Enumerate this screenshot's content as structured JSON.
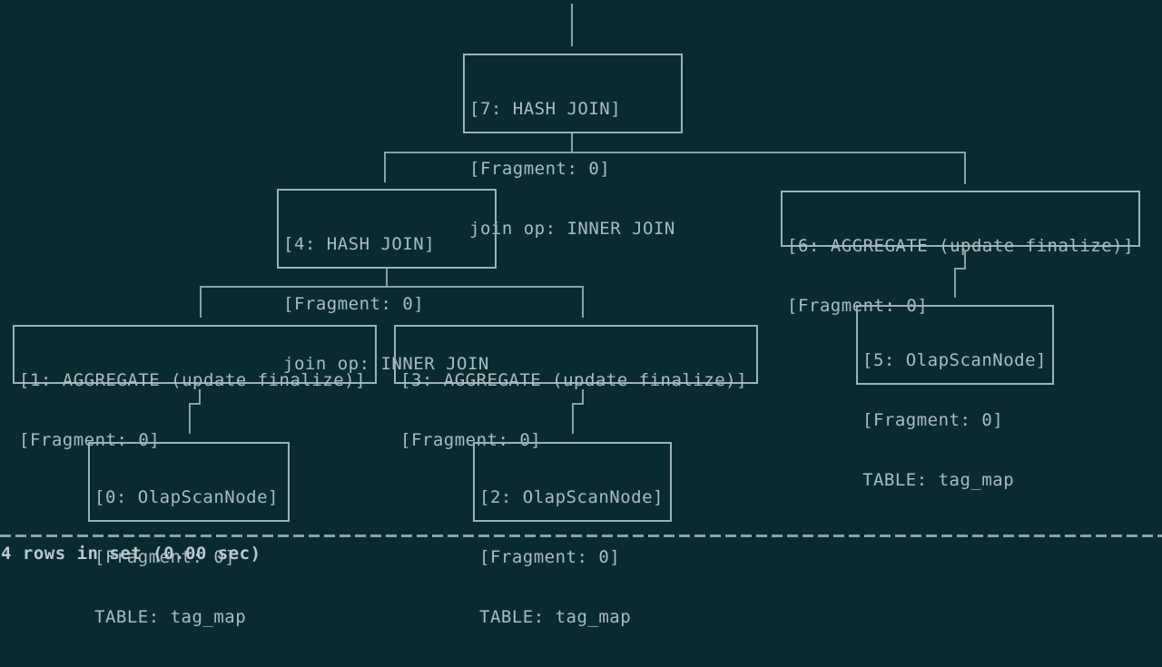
{
  "app": {
    "description": "Terminal output of a database EXPLAIN query plan tree",
    "colors": {
      "background": "#0a2a32",
      "box_border": "#9db1b5",
      "text": "#a9bcbf",
      "connector": "#8ba0a5",
      "status_text": "#b9c9cc"
    }
  },
  "plan_tree": {
    "root_id": 7,
    "edges": [
      {
        "parent": 7,
        "children": [
          4,
          6
        ]
      },
      {
        "parent": 4,
        "children": [
          1,
          3
        ]
      },
      {
        "parent": 6,
        "children": [
          5
        ]
      },
      {
        "parent": 1,
        "children": [
          0
        ]
      },
      {
        "parent": 3,
        "children": [
          2
        ]
      }
    ]
  },
  "nodes": [
    {
      "id": 7,
      "lines": [
        "[7: HASH JOIN]",
        "[Fragment: 0]",
        "join op: INNER JOIN"
      ]
    },
    {
      "id": 4,
      "lines": [
        "[4: HASH JOIN]",
        "[Fragment: 0]",
        "join op: INNER JOIN"
      ]
    },
    {
      "id": 6,
      "lines": [
        "[6: AGGREGATE (update finalize)]",
        "[Fragment: 0]"
      ]
    },
    {
      "id": 1,
      "lines": [
        "[1: AGGREGATE (update finalize)]",
        "[Fragment: 0]"
      ]
    },
    {
      "id": 3,
      "lines": [
        "[3: AGGREGATE (update finalize)]",
        "[Fragment: 0]"
      ]
    },
    {
      "id": 5,
      "lines": [
        "[5: OlapScanNode]",
        "[Fragment: 0]",
        "TABLE: tag_map"
      ]
    },
    {
      "id": 0,
      "lines": [
        "[0: OlapScanNode]",
        "[Fragment: 0]",
        "TABLE: tag_map"
      ]
    },
    {
      "id": 2,
      "lines": [
        "[2: OlapScanNode]",
        "[Fragment: 0]",
        "TABLE: tag_map"
      ]
    }
  ],
  "footer": {
    "status": "4 rows in set (0.00 sec)"
  }
}
